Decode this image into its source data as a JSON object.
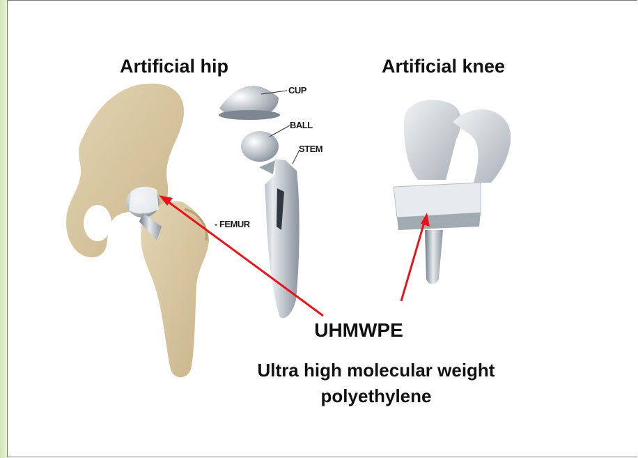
{
  "hip_heading": "Artificial hip",
  "knee_heading": "Artificial knee",
  "hip_components": {
    "cup": "CUP",
    "ball": "BALL",
    "stem": "STEM",
    "femur": "- FEMUR"
  },
  "material_abbrev": "UHMWPE",
  "material_name_line1": "Ultra high molecular weight",
  "material_name_line2": "polyethylene",
  "colors": {
    "arrow": "#e3161b",
    "bone": "#d8c8a4",
    "metal": "#b9c0c8",
    "rail": "#d5e6b6"
  }
}
